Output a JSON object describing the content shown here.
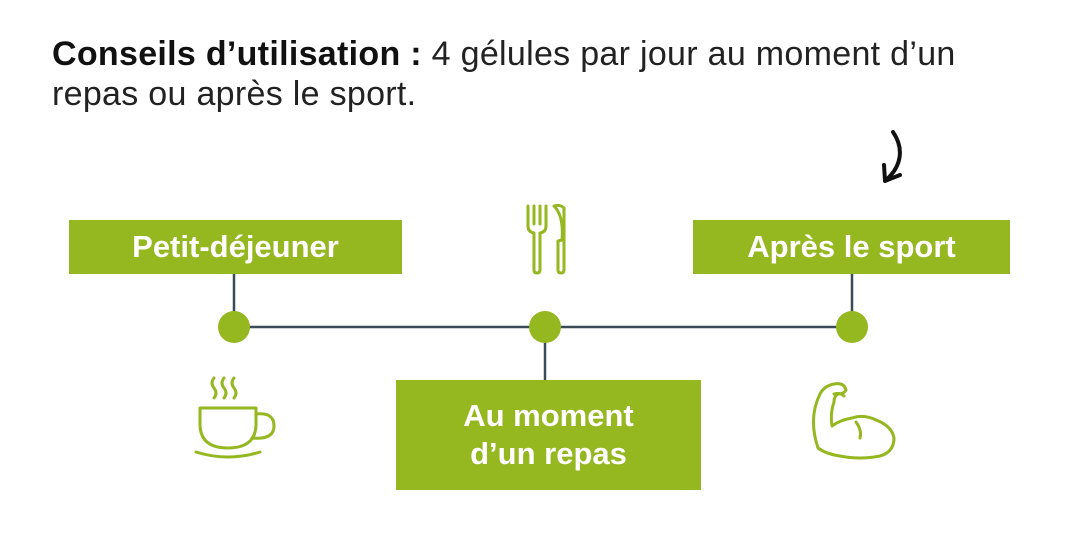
{
  "header": {
    "bold": "Conseils d’utilisation :",
    "text": "4 gélules par jour au moment d’un repas ou après le sport."
  },
  "timeline": {
    "steps": [
      {
        "label": "Petit-déjeuner",
        "icon": "coffee-cup-icon"
      },
      {
        "label": "Au moment d’un repas",
        "icon": "fork-knife-icon"
      },
      {
        "label": "Après le sport",
        "icon": "flexed-arm-icon"
      }
    ]
  },
  "colors": {
    "accent": "#95b720",
    "line": "#3a4a57",
    "text": "#222222",
    "background": "#ffffff"
  }
}
